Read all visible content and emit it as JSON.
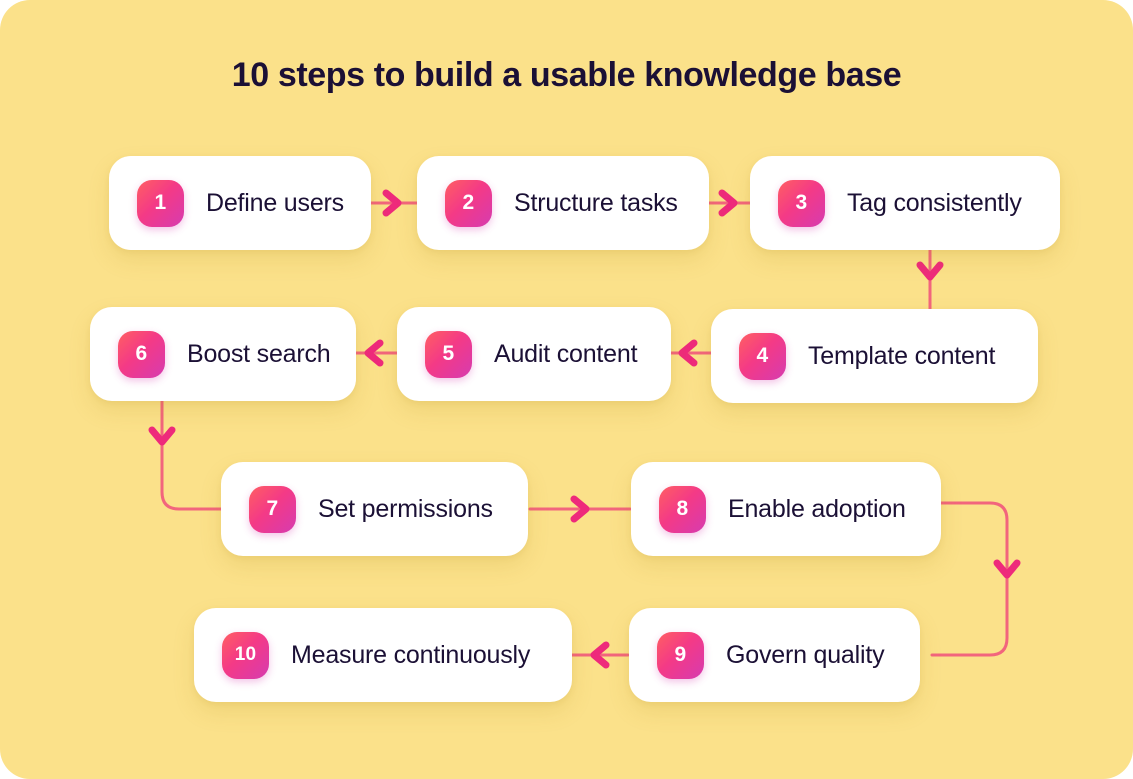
{
  "page": {
    "title": "10 steps to build a usable knowledge base",
    "background_color": "#fbe18a",
    "card_color": "#ffffff",
    "text_color": "#1b1035",
    "accent_color": "#ee2a7b",
    "connector_color": "#f2657d",
    "badge_gradient_from": "#ff5f62",
    "badge_gradient_to": "#d63bb0"
  },
  "steps": [
    {
      "number": "1",
      "label": "Define users"
    },
    {
      "number": "2",
      "label": "Structure tasks"
    },
    {
      "number": "3",
      "label": "Tag consistently"
    },
    {
      "number": "4",
      "label": "Template content"
    },
    {
      "number": "5",
      "label": "Audit content"
    },
    {
      "number": "6",
      "label": "Boost search"
    },
    {
      "number": "7",
      "label": "Set permissions"
    },
    {
      "number": "8",
      "label": "Enable adoption"
    },
    {
      "number": "9",
      "label": "Govern quality"
    },
    {
      "number": "10",
      "label": "Measure continuously"
    }
  ],
  "connectors": [
    {
      "from": "1",
      "to": "2",
      "direction": "right"
    },
    {
      "from": "2",
      "to": "3",
      "direction": "right"
    },
    {
      "from": "3",
      "to": "4",
      "direction": "down"
    },
    {
      "from": "4",
      "to": "5",
      "direction": "left"
    },
    {
      "from": "5",
      "to": "6",
      "direction": "left"
    },
    {
      "from": "6",
      "to": "7",
      "direction": "down-then-right"
    },
    {
      "from": "7",
      "to": "8",
      "direction": "right"
    },
    {
      "from": "8",
      "to": "9",
      "direction": "right-then-down-then-left"
    },
    {
      "from": "9",
      "to": "10",
      "direction": "left"
    }
  ]
}
